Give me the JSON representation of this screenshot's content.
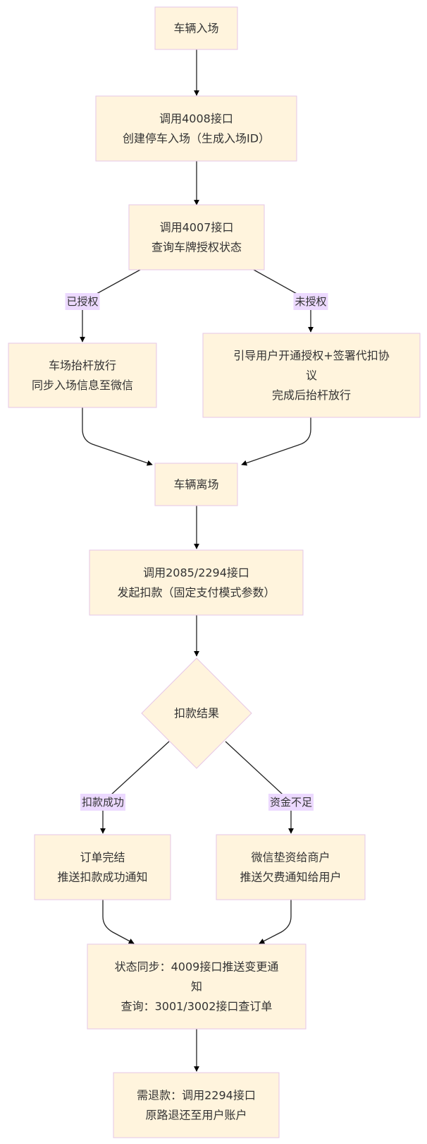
{
  "flowchart": {
    "nodes": {
      "entry": [
        "车辆入场"
      ],
      "create_entry": [
        "调用4008接口",
        "创建停车入场（生成入场ID）"
      ],
      "query_auth": [
        "调用4007接口",
        "查询车牌授权状态"
      ],
      "release_sync": [
        "车场抬杆放行",
        "同步入场信息至微信"
      ],
      "guide_auth": [
        "引导用户开通授权+签署代扣协",
        "议",
        "完成后抬杆放行"
      ],
      "exit": [
        "车辆离场"
      ],
      "deduct": [
        "调用2085/2294接口",
        "发起扣款（固定支付模式参数）"
      ],
      "result": [
        "扣款结果"
      ],
      "order_done": [
        "订单完结",
        "推送扣款成功通知"
      ],
      "advance": [
        "微信垫资给商户",
        "推送欠费通知给用户"
      ],
      "state_sync": [
        "状态同步：4009接口推送变更通",
        "知",
        "查询：3001/3002接口查订单"
      ],
      "refund": [
        "需退款：调用2294接口",
        "原路退还至用户账户"
      ]
    },
    "edge_labels": {
      "authorized": "已授权",
      "unauthorized": "未授权",
      "deduct_success": "扣款成功",
      "insufficient": "资金不足"
    }
  }
}
